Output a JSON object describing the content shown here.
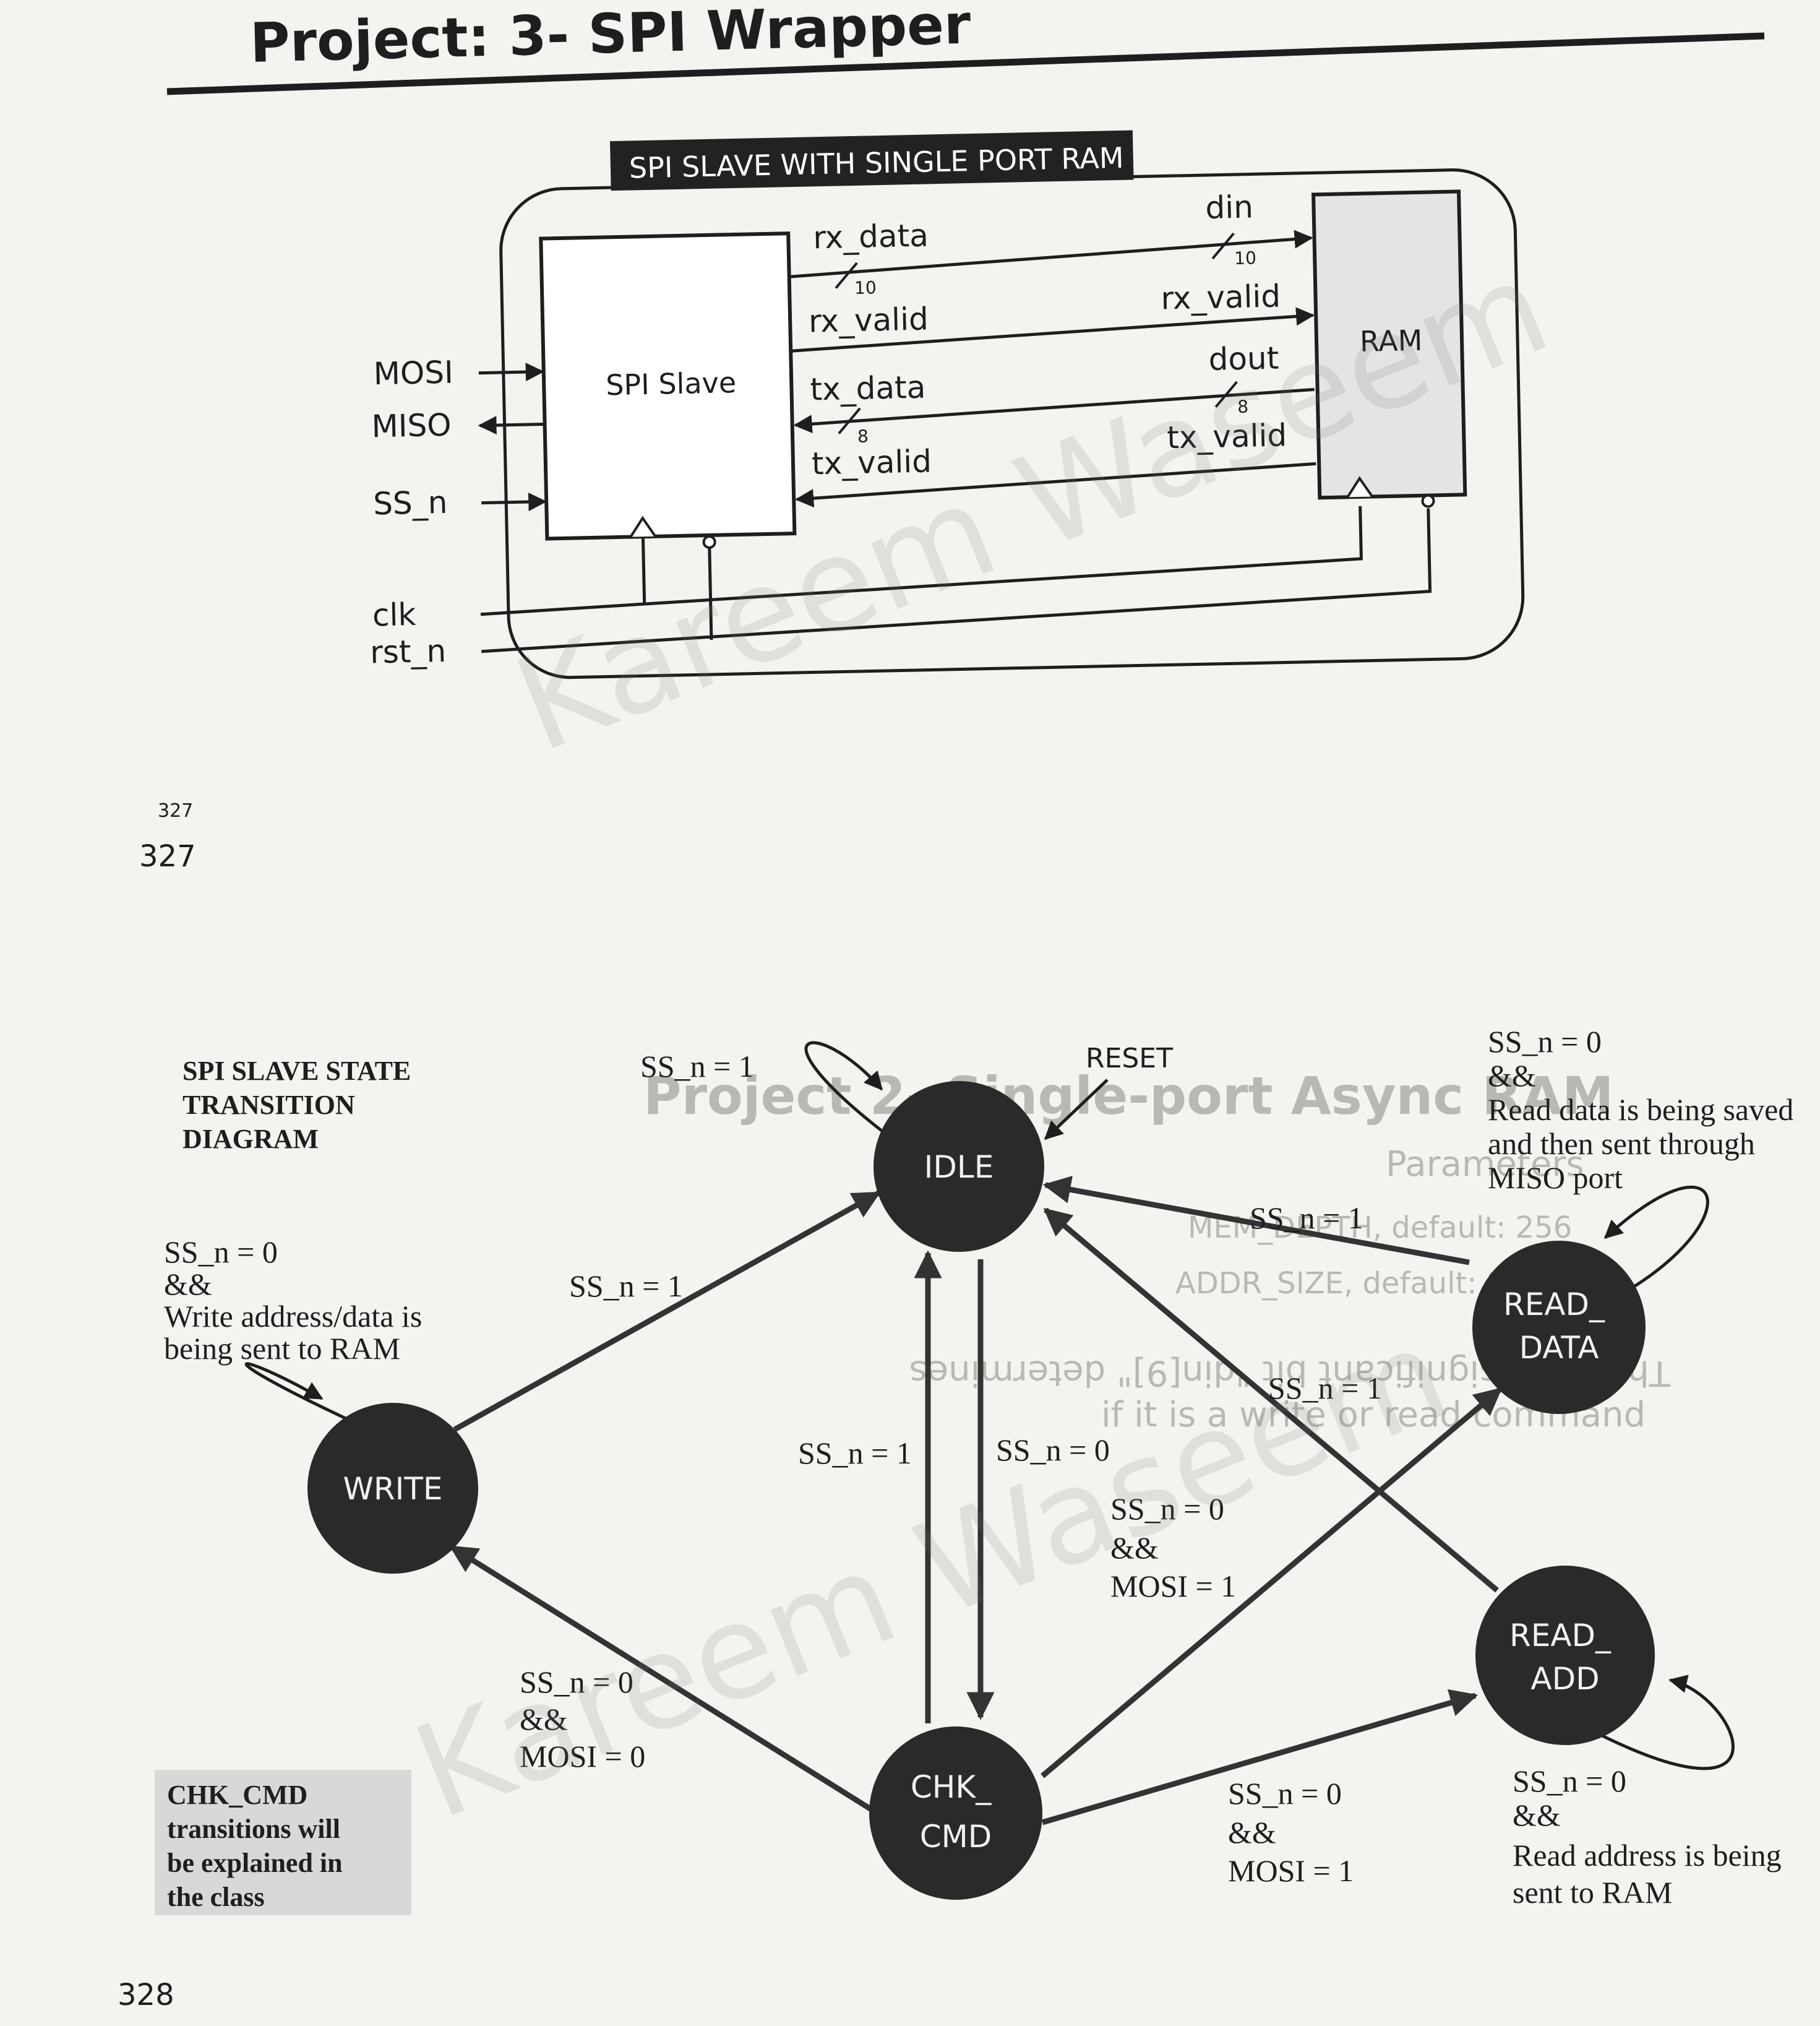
{
  "project_title": "Project: 3- SPI Wrapper",
  "block_diagram": {
    "title": "SPI SLAVE WITH SINGLE PORT RAM",
    "spi_slave_label": "SPI Slave",
    "ram_label": "RAM",
    "ports": {
      "mosi": "MOSI",
      "miso": "MISO",
      "ss_n": "SS_n",
      "clk": "clk",
      "rst_n": "rst_n"
    },
    "signals": {
      "rx_data": "rx_data",
      "rx_data_width": "10",
      "rx_valid_left": "rx_valid",
      "tx_data": "tx_data",
      "tx_data_width": "8",
      "tx_valid_left": "tx_valid",
      "din": "din",
      "din_width": "10",
      "rx_valid_right": "rx_valid",
      "dout": "dout",
      "dout_width": "8",
      "tx_valid_right": "tx_valid"
    }
  },
  "page_numbers": {
    "small": "327",
    "large": "327",
    "bottom": "328"
  },
  "state_diagram": {
    "title_lines": [
      "SPI SLAVE STATE",
      "TRANSITION",
      "DIAGRAM"
    ],
    "reset_label": "RESET",
    "states": {
      "idle": [
        "IDLE"
      ],
      "write": [
        "WRITE"
      ],
      "chk_cmd": [
        "CHK_",
        "CMD"
      ],
      "read_data": [
        "READ_",
        "DATA"
      ],
      "read_add": [
        "READ_",
        "ADD"
      ]
    },
    "transition_labels": {
      "idle_self": "SS_n = 1",
      "write_to_idle": "SS_n = 1",
      "readdata_to_idle": "SS_n = 1",
      "readadd_to_idle": "SS_n = 1",
      "chk_to_idle": "SS_n = 1",
      "idle_to_chk": "SS_n = 0",
      "chk_to_write": [
        "SS_n = 0",
        "&&",
        "MOSI = 0"
      ],
      "chk_to_readdata": [
        "SS_n = 0",
        "&&",
        "MOSI = 1"
      ],
      "chk_to_readadd": [
        "SS_n = 0",
        "&&",
        "MOSI = 1"
      ],
      "write_self": [
        "SS_n = 0",
        "&&",
        "Write address/data is",
        "being sent to RAM"
      ],
      "readdata_self": [
        "SS_n = 0",
        "&&",
        "Read data is being saved",
        "and then sent through",
        "MISO port"
      ],
      "readadd_self": [
        "SS_n = 0",
        "&&",
        "Read address is being",
        "sent to RAM"
      ]
    },
    "note_lines": [
      "CHK_CMD",
      "transitions will",
      "be explained in",
      "the class"
    ]
  },
  "watermarks": [
    "Kareem Waseem",
    "Kareem Waseem"
  ],
  "bleed_through_text": [
    "Project 2- Single-port Async RAM",
    "Parameters",
    "MEM_DEPTH, default: 256",
    "ADDR_SIZE, default: 8",
    "The most significant bit \"din[9]\" determines",
    "if it is a write or read command"
  ],
  "colors": {
    "paper": "#f4f3ef",
    "ink": "#1e1e1e",
    "title_bar": "#222222",
    "ram_fill": "#e4e4e4",
    "state_fill": "#2a2a2a",
    "note_fill": "#d8d8d6"
  }
}
